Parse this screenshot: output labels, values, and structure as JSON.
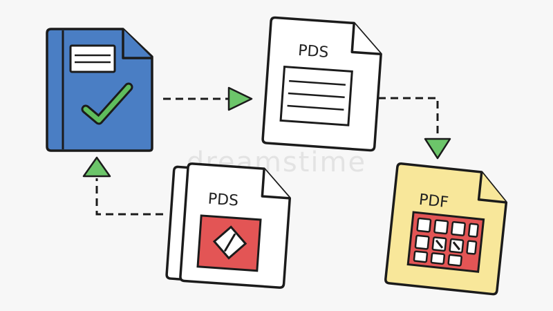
{
  "diagram": {
    "nodes": {
      "approved_folder": {
        "icon": "check-icon"
      },
      "pds_document": {
        "label": "PDS"
      },
      "pds_stack": {
        "label": "PDS"
      },
      "pdf_document": {
        "label": "PDF"
      }
    },
    "edges": [
      {
        "from": "approved_folder",
        "to": "pds_document"
      },
      {
        "from": "pds_document",
        "to": "pdf_document"
      },
      {
        "from": "pds_stack",
        "to": "approved_folder"
      }
    ]
  },
  "watermark": "dreamstime",
  "colors": {
    "folder_blue": "#4a7ec4",
    "check_green": "#5fbd5c",
    "arrow_green": "#6cc56a",
    "pdf_yellow": "#f8e79a",
    "stamp_red": "#e35555",
    "stroke": "#1b1b1b",
    "paper": "#ffffff"
  }
}
